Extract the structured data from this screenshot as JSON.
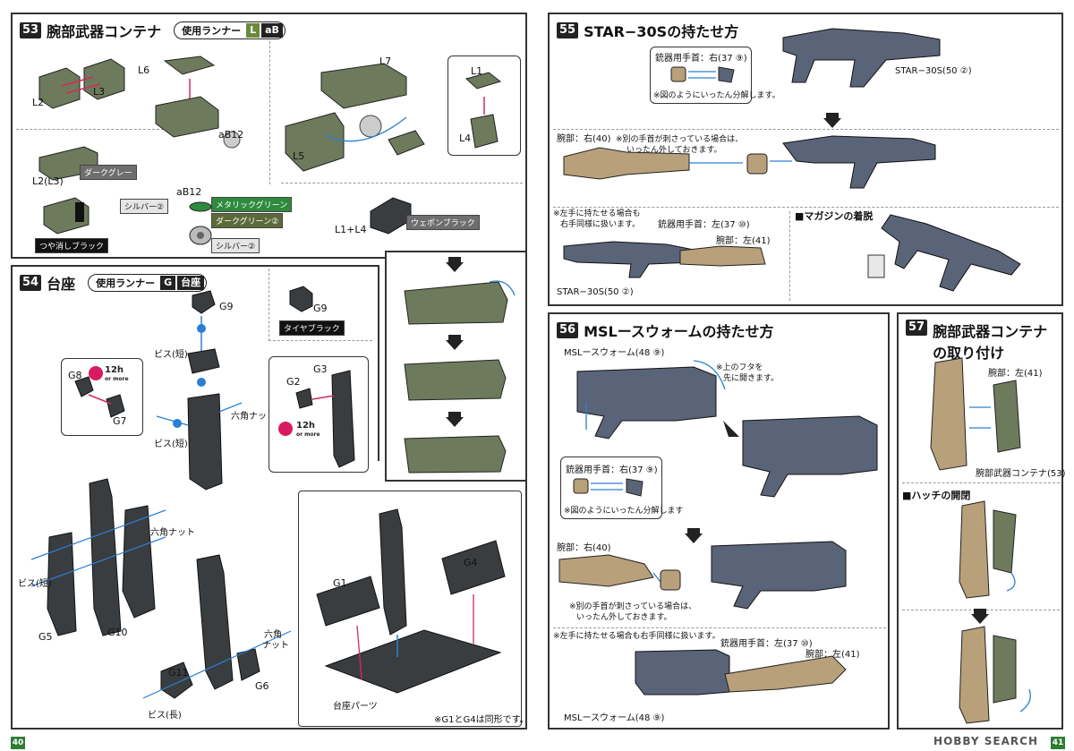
{
  "page_numbers": {
    "left": "40",
    "right": "41"
  },
  "watermark": "HOBBY SEARCH",
  "step53": {
    "num": "53",
    "title": "腕部武器コンテナ",
    "runner_label": "使用ランナー",
    "runner_l": "L",
    "runner_ab": "aB",
    "parts": {
      "l2": "L2",
      "l3": "L3",
      "l6": "L6",
      "ab12": "aB12",
      "l7": "L7",
      "l5": "L5",
      "l1": "L1",
      "l4": "L4",
      "l2l3": "L2(L3)",
      "ab12b": "aB12",
      "l1l4": "L1+L4"
    },
    "paints": {
      "dark_gray": "ダークグレー",
      "matte_black": "つや消しブラック",
      "silver1": "シルバー②",
      "metallic_green": "メタリックグリーン",
      "dark_green": "ダークグリーン②",
      "silver2": "シルバー②",
      "weapon_black": "ウェポンブラック"
    }
  },
  "step54": {
    "num": "54",
    "title": "台座",
    "runner_label": "使用ランナー",
    "runner_g": "G",
    "runner_name": "台座",
    "parts": {
      "g9": "G9",
      "g9b": "G9",
      "g8": "G8",
      "g7": "G7",
      "g2": "G2",
      "g3": "G3",
      "g5": "G5",
      "g10": "G10",
      "g11": "G11",
      "g6": "G6",
      "g1": "G1",
      "g4": "G4"
    },
    "paints": {
      "tire_black": "タイヤブラック"
    },
    "screw_short1": "ビス(短)",
    "screw_short2": "ビス(短)",
    "screw_short3": "ビス(短)",
    "screw_long": "ビス(長)",
    "hex_nut1": "六角ナット",
    "hex_nut2": "六角ナット",
    "hex_nut3_line1": "六角",
    "hex_nut3_line2": "ナット",
    "clock1": "12h",
    "clock1_sub": "or more",
    "clock2": "12h",
    "clock2_sub": "or more",
    "base_parts": "台座パーツ",
    "note_same": "※G1とG4は同形です。"
  },
  "step55": {
    "num": "55",
    "title": "STAR−30Sの持たせ方",
    "gun_label": "STAR−30S(50 ②)",
    "hand_right": "銃器用手首：右(37 ⑨)",
    "note_split": "※図のようにいったん分解します。",
    "arm_right": "腕部：右(40)",
    "note_hand": "※別の手首が刺さっている場合は、",
    "note_hand2": "いったん外しておきます。",
    "note_left": "※左手に持たせる場合も",
    "note_left2": "右手同様に扱います。",
    "hand_left": "銃器用手首：左(37 ⑩)",
    "arm_left": "腕部：左(41)",
    "gun_label2": "STAR−30S(50 ②)",
    "magazine": "■マガジンの着脱"
  },
  "step56": {
    "num": "56",
    "title": "MSLースウォームの持たせ方",
    "gun_label": "MSLースウォーム(48 ⑨)",
    "note_lid": "※上のフタを",
    "note_lid2": "先に開きます。",
    "hand_right": "銃器用手首：右(37 ⑨)",
    "note_split": "※図のようにいったん分解します",
    "arm_right": "腕部：右(40)",
    "note_hand": "※別の手首が刺さっている場合は、",
    "note_hand2": "いったん外しておきます。",
    "note_left": "※左手に持たせる場合も右手同様に扱います。",
    "hand_left": "銃器用手首：左(37 ⑩)",
    "arm_left": "腕部：左(41)",
    "gun_label2": "MSLースウォーム(48 ⑨)"
  },
  "step57": {
    "num": "57",
    "title1": "腕部武器コンテナ",
    "title2": "の取り付け",
    "arm_left": "腕部：左(41)",
    "container": "腕部武器コンテナ(53)",
    "hatch": "■ハッチの開閉"
  },
  "colors": {
    "part_green": "#6d7a5c",
    "part_gray": "#5a6478",
    "part_tan": "#b8a07a",
    "arrow_blue": "#2a7fd4",
    "arrow_red": "#d42a5a"
  }
}
